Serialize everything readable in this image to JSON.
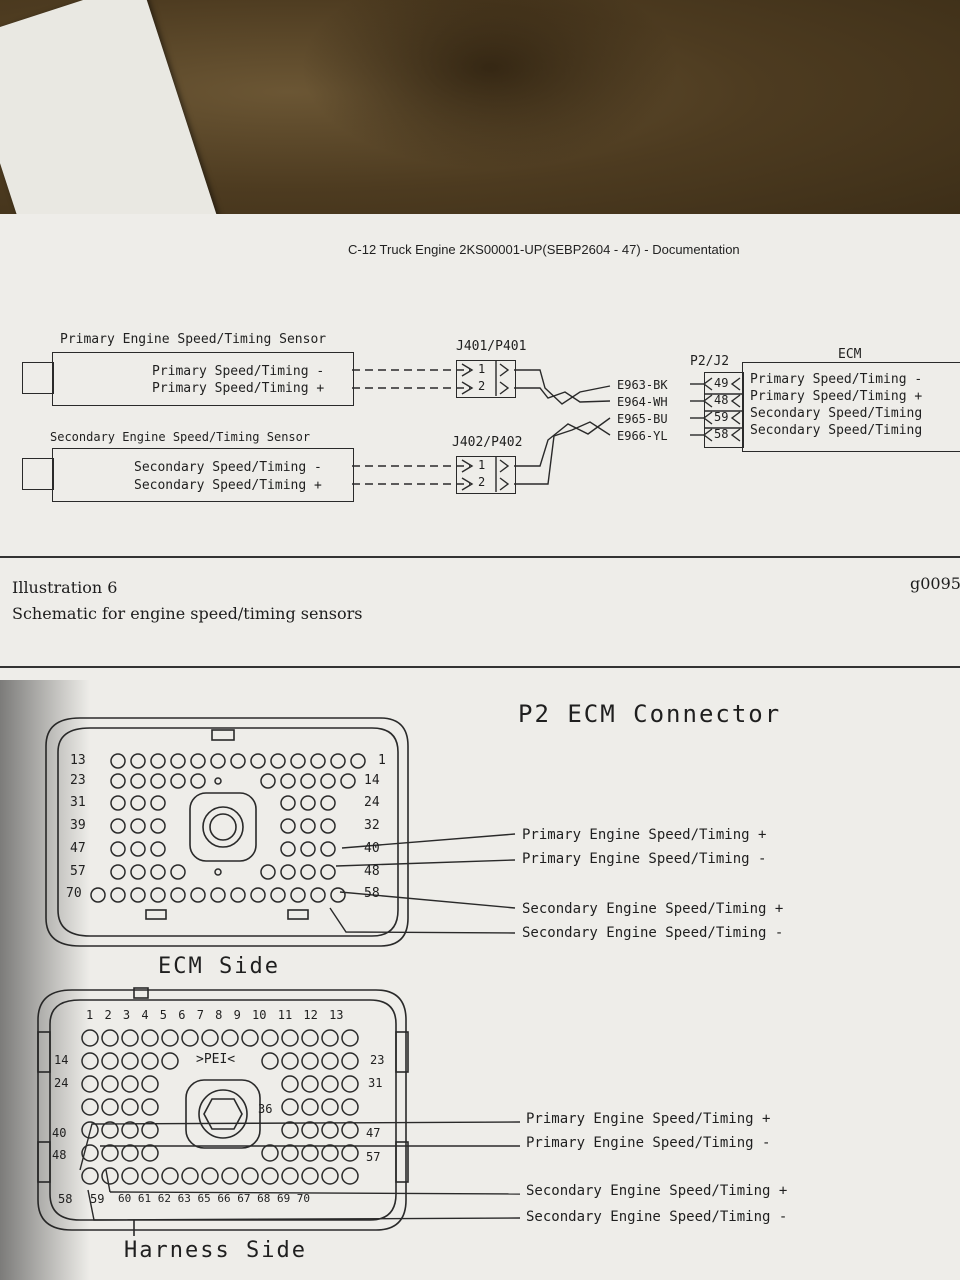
{
  "header": {
    "title": "C-12 Truck Engine 2KS00001-UP(SEBP2604 - 47) - Documentation"
  },
  "schematic": {
    "primary_sensor_title": "Primary Engine Speed/Timing Sensor",
    "primary_pin_minus": "Primary Speed/Timing -",
    "primary_pin_plus": "Primary Speed/Timing +",
    "secondary_sensor_title": "Secondary Engine Speed/Timing Sensor",
    "secondary_pin_minus": "Secondary Speed/Timing -",
    "secondary_pin_plus": "Secondary Speed/Timing +",
    "connector_1": "J401/P401",
    "connector_2": "J402/P402",
    "pin_1": "1",
    "pin_2": "2",
    "ecm_connector": "P2/J2",
    "ecm_label": "ECM",
    "wires": [
      "E963-BK",
      "E964-WH",
      "E965-BU",
      "E966-YL"
    ],
    "ecm_pins": [
      {
        "num": "49",
        "label": "Primary Speed/Timing -"
      },
      {
        "num": "48",
        "label": "Primary Speed/Timing +"
      },
      {
        "num": "59",
        "label": "Secondary Speed/Timing"
      },
      {
        "num": "58",
        "label": "Secondary Speed/Timing"
      }
    ]
  },
  "illustration": {
    "number": "Illustration 6",
    "caption": "Schematic for engine speed/timing sensors",
    "ref": "g0095"
  },
  "ecm_side": {
    "title": "P2 ECM Connector",
    "side_label": "ECM Side",
    "row_numbers": {
      "r1_left": "13",
      "r1_right": "1",
      "r2_left": "23",
      "r2_right": "14",
      "r3_left": "31",
      "r3_right": "24",
      "r4_left": "39",
      "r4_right": "32",
      "r5_left": "47",
      "r5_right": "40",
      "r6_left": "57",
      "r6_right": "48",
      "r7_left": "70",
      "r7_right": "58"
    },
    "callouts": [
      "Primary Engine Speed/Timing +",
      "Primary Engine Speed/Timing -",
      "Secondary Engine Speed/Timing +",
      "Secondary Engine Speed/Timing -"
    ]
  },
  "harness_side": {
    "side_label": "Harness Side",
    "top_numbers": "1 2 3 4 5 6 7 8 9 10 11 12 13",
    "peí": ">PEI<",
    "row_labels": {
      "r14": "14",
      "r23": "23",
      "r24": "24",
      "r31": "31",
      "r36": "36",
      "r40": "40",
      "r47": "47",
      "r48": "48",
      "r57": "57",
      "r58": "58",
      "r59": "59"
    },
    "bottom_numbers": "60 61 62 63   65 66 67 68 69 70",
    "callouts": [
      "Primary Engine Speed/Timing +",
      "Primary Engine Speed/Timing -",
      "Secondary Engine Speed/Timing +",
      "Secondary Engine Speed/Timing -"
    ]
  }
}
